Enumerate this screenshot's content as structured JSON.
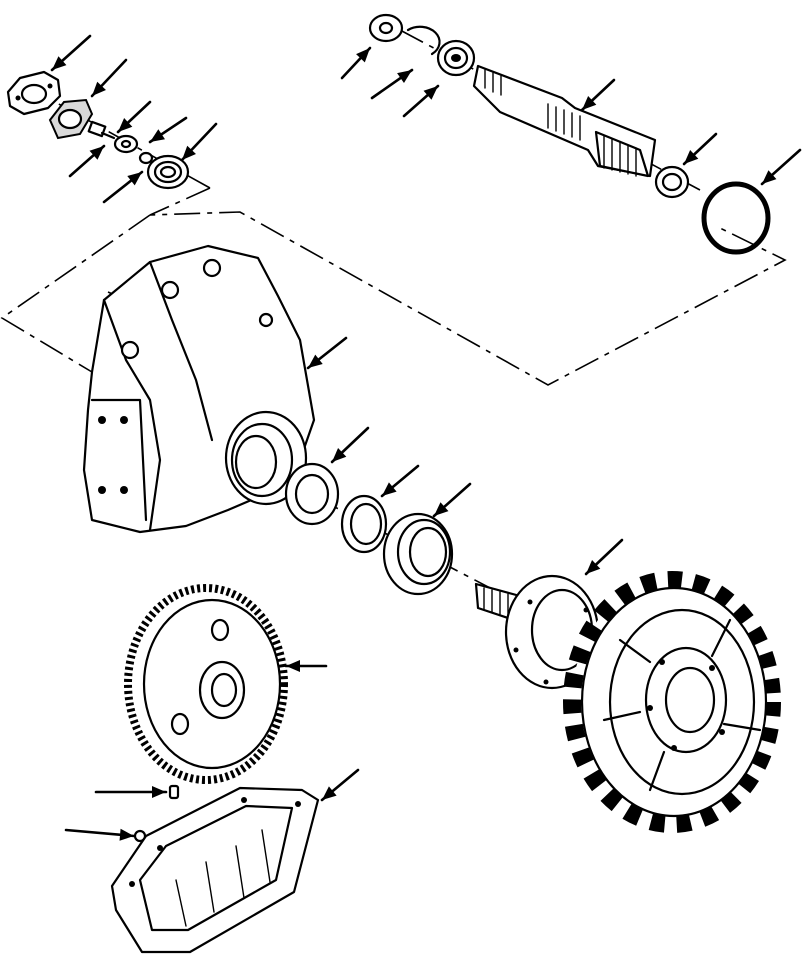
{
  "colors": {
    "ink": "#000000",
    "paper": "#ffffff",
    "shade": "#d9d9d9"
  },
  "callouts": [
    {
      "name": "callout-cover-plate",
      "icon": "arrow-icon"
    },
    {
      "name": "callout-gasket",
      "icon": "arrow-icon"
    },
    {
      "name": "callout-bolt",
      "icon": "arrow-icon"
    },
    {
      "name": "callout-washer-large",
      "icon": "arrow-icon"
    },
    {
      "name": "callout-washer-small",
      "icon": "arrow-icon"
    },
    {
      "name": "callout-outer-bearing-left",
      "icon": "arrow-icon"
    },
    {
      "name": "callout-thrust-washer",
      "icon": "arrow-icon"
    },
    {
      "name": "callout-snap-ring",
      "icon": "arrow-icon"
    },
    {
      "name": "callout-pinion-bearing-top",
      "icon": "arrow-icon"
    },
    {
      "name": "callout-pinion-shaft",
      "icon": "arrow-icon"
    },
    {
      "name": "callout-pinion-bearing-bottom",
      "icon": "arrow-icon"
    },
    {
      "name": "callout-o-ring",
      "icon": "arrow-icon"
    },
    {
      "name": "callout-final-drive-housing",
      "icon": "arrow-icon"
    },
    {
      "name": "callout-hub-bearing",
      "icon": "arrow-icon"
    },
    {
      "name": "callout-bearing-cup",
      "icon": "arrow-icon"
    },
    {
      "name": "callout-seal",
      "icon": "arrow-icon"
    },
    {
      "name": "callout-hub-flange",
      "icon": "arrow-icon"
    },
    {
      "name": "callout-bull-gear",
      "icon": "arrow-icon"
    },
    {
      "name": "callout-dowel-pin",
      "icon": "arrow-icon"
    },
    {
      "name": "callout-cover-pan",
      "icon": "arrow-icon"
    },
    {
      "name": "callout-plug",
      "icon": "arrow-icon"
    },
    {
      "name": "callout-sprocket",
      "icon": "arrow-icon"
    }
  ]
}
